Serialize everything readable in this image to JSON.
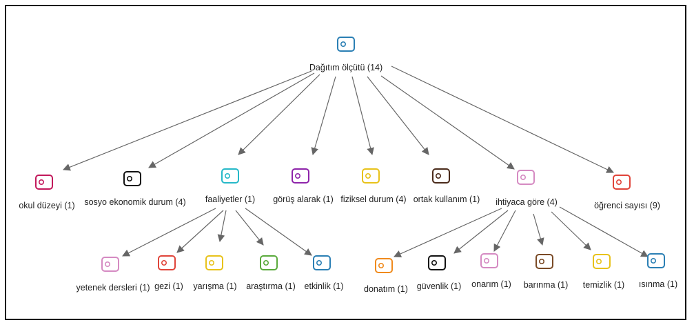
{
  "root": {
    "id": "root",
    "label": "Dağıtım ölçütü (14)",
    "color": "#2a7fb4"
  },
  "children": [
    {
      "id": "okul",
      "label": "okul düzeyi (1)",
      "color": "#c2185b",
      "children": []
    },
    {
      "id": "sosyo",
      "label": "sosyo ekonomik durum (4)",
      "color": "#111111",
      "children": []
    },
    {
      "id": "faaliyet",
      "label": "faaliyetler (1)",
      "color": "#26b8c8",
      "children": [
        {
          "id": "yetenek",
          "label": "yetenek dersleri (1)",
          "color": "#d58ac2"
        },
        {
          "id": "gezi",
          "label": "gezi (1)",
          "color": "#e0443a"
        },
        {
          "id": "yarisma",
          "label": "yarışma (1)",
          "color": "#e8c21a"
        },
        {
          "id": "arastirma",
          "label": "araştırma (1)",
          "color": "#5aaa3c"
        },
        {
          "id": "etkinlik",
          "label": "etkinlik (1)",
          "color": "#2a7fb4"
        }
      ]
    },
    {
      "id": "gorus",
      "label": "görüş alarak (1)",
      "color": "#8e24aa",
      "children": []
    },
    {
      "id": "fiziksel",
      "label": "fiziksel durum (4)",
      "color": "#e8c21a",
      "children": []
    },
    {
      "id": "ortak",
      "label": "ortak kullanım (1)",
      "color": "#4a2a1a",
      "children": []
    },
    {
      "id": "ihtiyac",
      "label": "ihtiyaca göre (4)",
      "color": "#d58ac2",
      "children": [
        {
          "id": "donatim",
          "label": "donatım (1)",
          "color": "#f08a1c"
        },
        {
          "id": "guvenlik",
          "label": "güvenlik (1)",
          "color": "#111111"
        },
        {
          "id": "onarim",
          "label": "onarım (1)",
          "color": "#d58ac2"
        },
        {
          "id": "barinma",
          "label": "barınma (1)",
          "color": "#7a4a26"
        },
        {
          "id": "temizlik",
          "label": "temizlik (1)",
          "color": "#e8c21a"
        },
        {
          "id": "isinma",
          "label": "ısınma (1)",
          "color": "#2a7fb4"
        }
      ]
    },
    {
      "id": "ogrenci",
      "label": "öğrenci sayısı (9)",
      "color": "#e0443a",
      "children": []
    }
  ]
}
